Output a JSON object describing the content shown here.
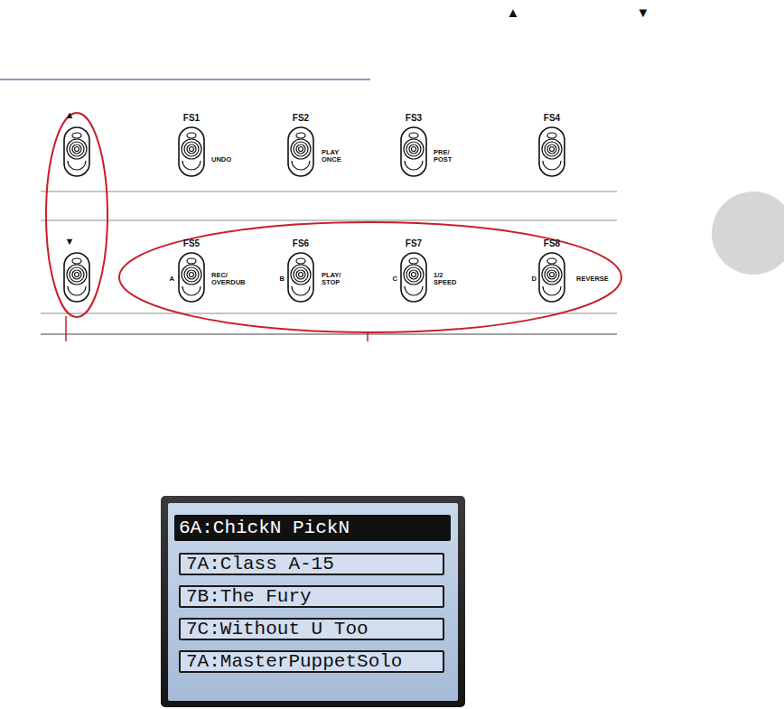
{
  "diagram": {
    "nodes": [
      {
        "text": [
          "6A:ChickN PickN"
        ]
      },
      {
        "text": [
          "7A:Class A-15"
        ]
      },
      {
        "text": [
          "7B:The Fury"
        ]
      },
      {
        "text": [
          "7C:Without U Too"
        ]
      },
      {
        "text": [
          "7A:MasterPuppetSolo"
        ]
      }
    ],
    "labels": [
      "▲",
      "▼",
      "▲",
      "▼",
      "FS1",
      "UNDO",
      "FS2",
      "PLAY ONCE",
      "FS3",
      "PRE/ POST",
      "FS4",
      "FS5",
      "A",
      "REC/ OVERDUB",
      "FS6",
      "B",
      "PLAY/ STOP",
      "FS7",
      "C",
      "1/2 SPEED",
      "FS8",
      "D",
      "REVERSE"
    ]
  }
}
